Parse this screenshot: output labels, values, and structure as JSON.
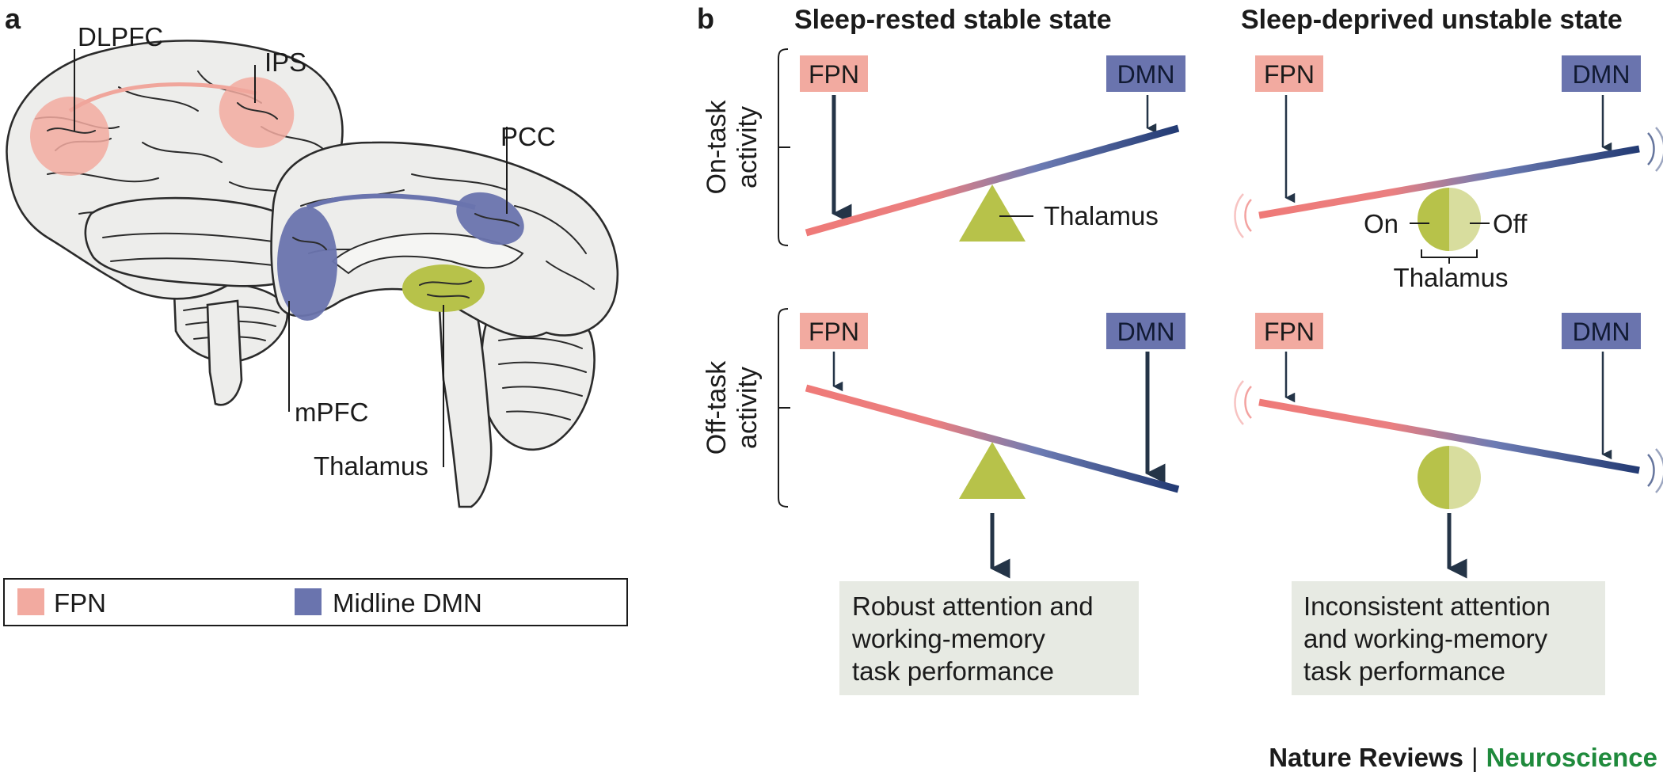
{
  "panel_a": {
    "letter": "a",
    "labels": {
      "dlpfc": "DLPFC",
      "ips": "IPS",
      "pcc": "PCC",
      "mpfc": "mPFC",
      "thalamus": "Thalamus"
    },
    "legend": [
      {
        "label": "FPN",
        "color": "#f2aaa0"
      },
      {
        "label": "Midline DMN",
        "color": "#6a74ae"
      }
    ]
  },
  "panel_b": {
    "letter": "b",
    "columns": [
      {
        "title": "Sleep-rested stable state"
      },
      {
        "title": "Sleep-deprived unstable state"
      }
    ],
    "rows": [
      {
        "label_line1": "On-task",
        "label_line2": "activity"
      },
      {
        "label_line1": "Off-task",
        "label_line2": "activity"
      }
    ],
    "tags": {
      "fpn": "FPN",
      "dmn": "DMN"
    },
    "thalamus_label": "Thalamus",
    "switch_labels": {
      "on": "On",
      "off": "Off"
    },
    "outcomes": [
      {
        "lines": [
          "Robust attention and",
          "working-memory",
          "task performance"
        ]
      },
      {
        "lines": [
          "Inconsistent attention",
          "and working-memory",
          "task performance"
        ]
      }
    ]
  },
  "footer": {
    "journal": "Nature Reviews",
    "separator": "|",
    "section": "Neuroscience"
  },
  "colors": {
    "fpn": "#f2aaa0",
    "fpn_line": "#ee7b78",
    "dmn": "#6a74ae",
    "dmn_line": "#233a74",
    "thalamus": "#b7c24a",
    "thalamus_light": "#d8dd9e",
    "outcome_box": "#e7eae3",
    "neuroscience_green": "#1f8a3c"
  }
}
